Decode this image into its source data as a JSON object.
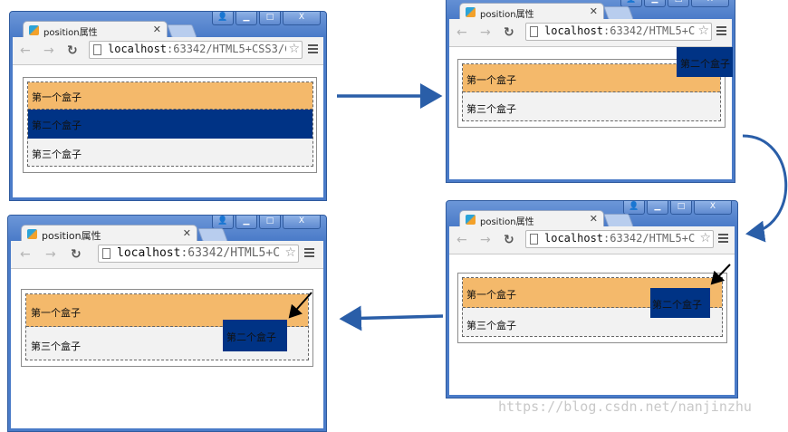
{
  "tab_title": "position属性",
  "url_host": "localhost",
  "windows": [
    {
      "id": "w1",
      "url_rest": ":63342/HTML5+CSS3/C",
      "boxes": [
        "第一个盒子",
        "第二个盒子",
        "第三个盒子"
      ]
    },
    {
      "id": "w2",
      "url_rest": ":63342/HTML5+C",
      "boxes": [
        "第一个盒子",
        "第二个盒子",
        "第三个盒子"
      ]
    },
    {
      "id": "w3",
      "url_rest": ":63342/HTML5+C",
      "boxes": [
        "第一个盒子",
        "第二个盒子",
        "第三个盒子"
      ]
    },
    {
      "id": "w4",
      "url_rest": ":63342/HTML5+C",
      "boxes": [
        "第一个盒子",
        "第二个盒子",
        "第三个盒子"
      ]
    }
  ],
  "watermark": "https://blog.csdn.net/nanjinzhu",
  "colors": {
    "box1": "#f4b96b",
    "box2": "#003385",
    "box3": "#f2f2f2",
    "arrow": "#2a5ea8",
    "window_frame": "#4a7bc8"
  }
}
